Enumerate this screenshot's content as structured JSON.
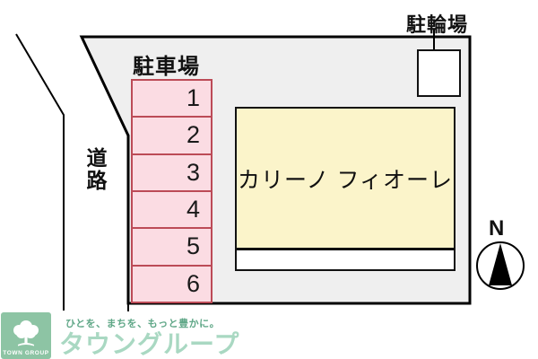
{
  "plan": {
    "road_label": "道路",
    "parking_label": "駐車場",
    "bicycle_label": "駐輪場",
    "building_name": "カリーノ フィオーレ",
    "parking_spaces": [
      "1",
      "2",
      "3",
      "4",
      "5",
      "6"
    ],
    "compass_label": "N",
    "colors": {
      "lot_fill": "#efefef",
      "lot_border": "#000000",
      "parking_fill": "#fbdce3",
      "parking_border": "#bc4b57",
      "building_fill": "#fbf4ca",
      "number_color": "#1a1a1a"
    }
  },
  "footer": {
    "logo_text": "TOWN GROUP",
    "logo_icon": "tree-icon",
    "tagline": "ひとを、まちを、もっと豊かに。",
    "brand": "タウングループ",
    "colors": {
      "logo_bg": "#8dc4a4",
      "tagline_color": "#5fa787",
      "brand_color": "#a9d8c2"
    }
  }
}
